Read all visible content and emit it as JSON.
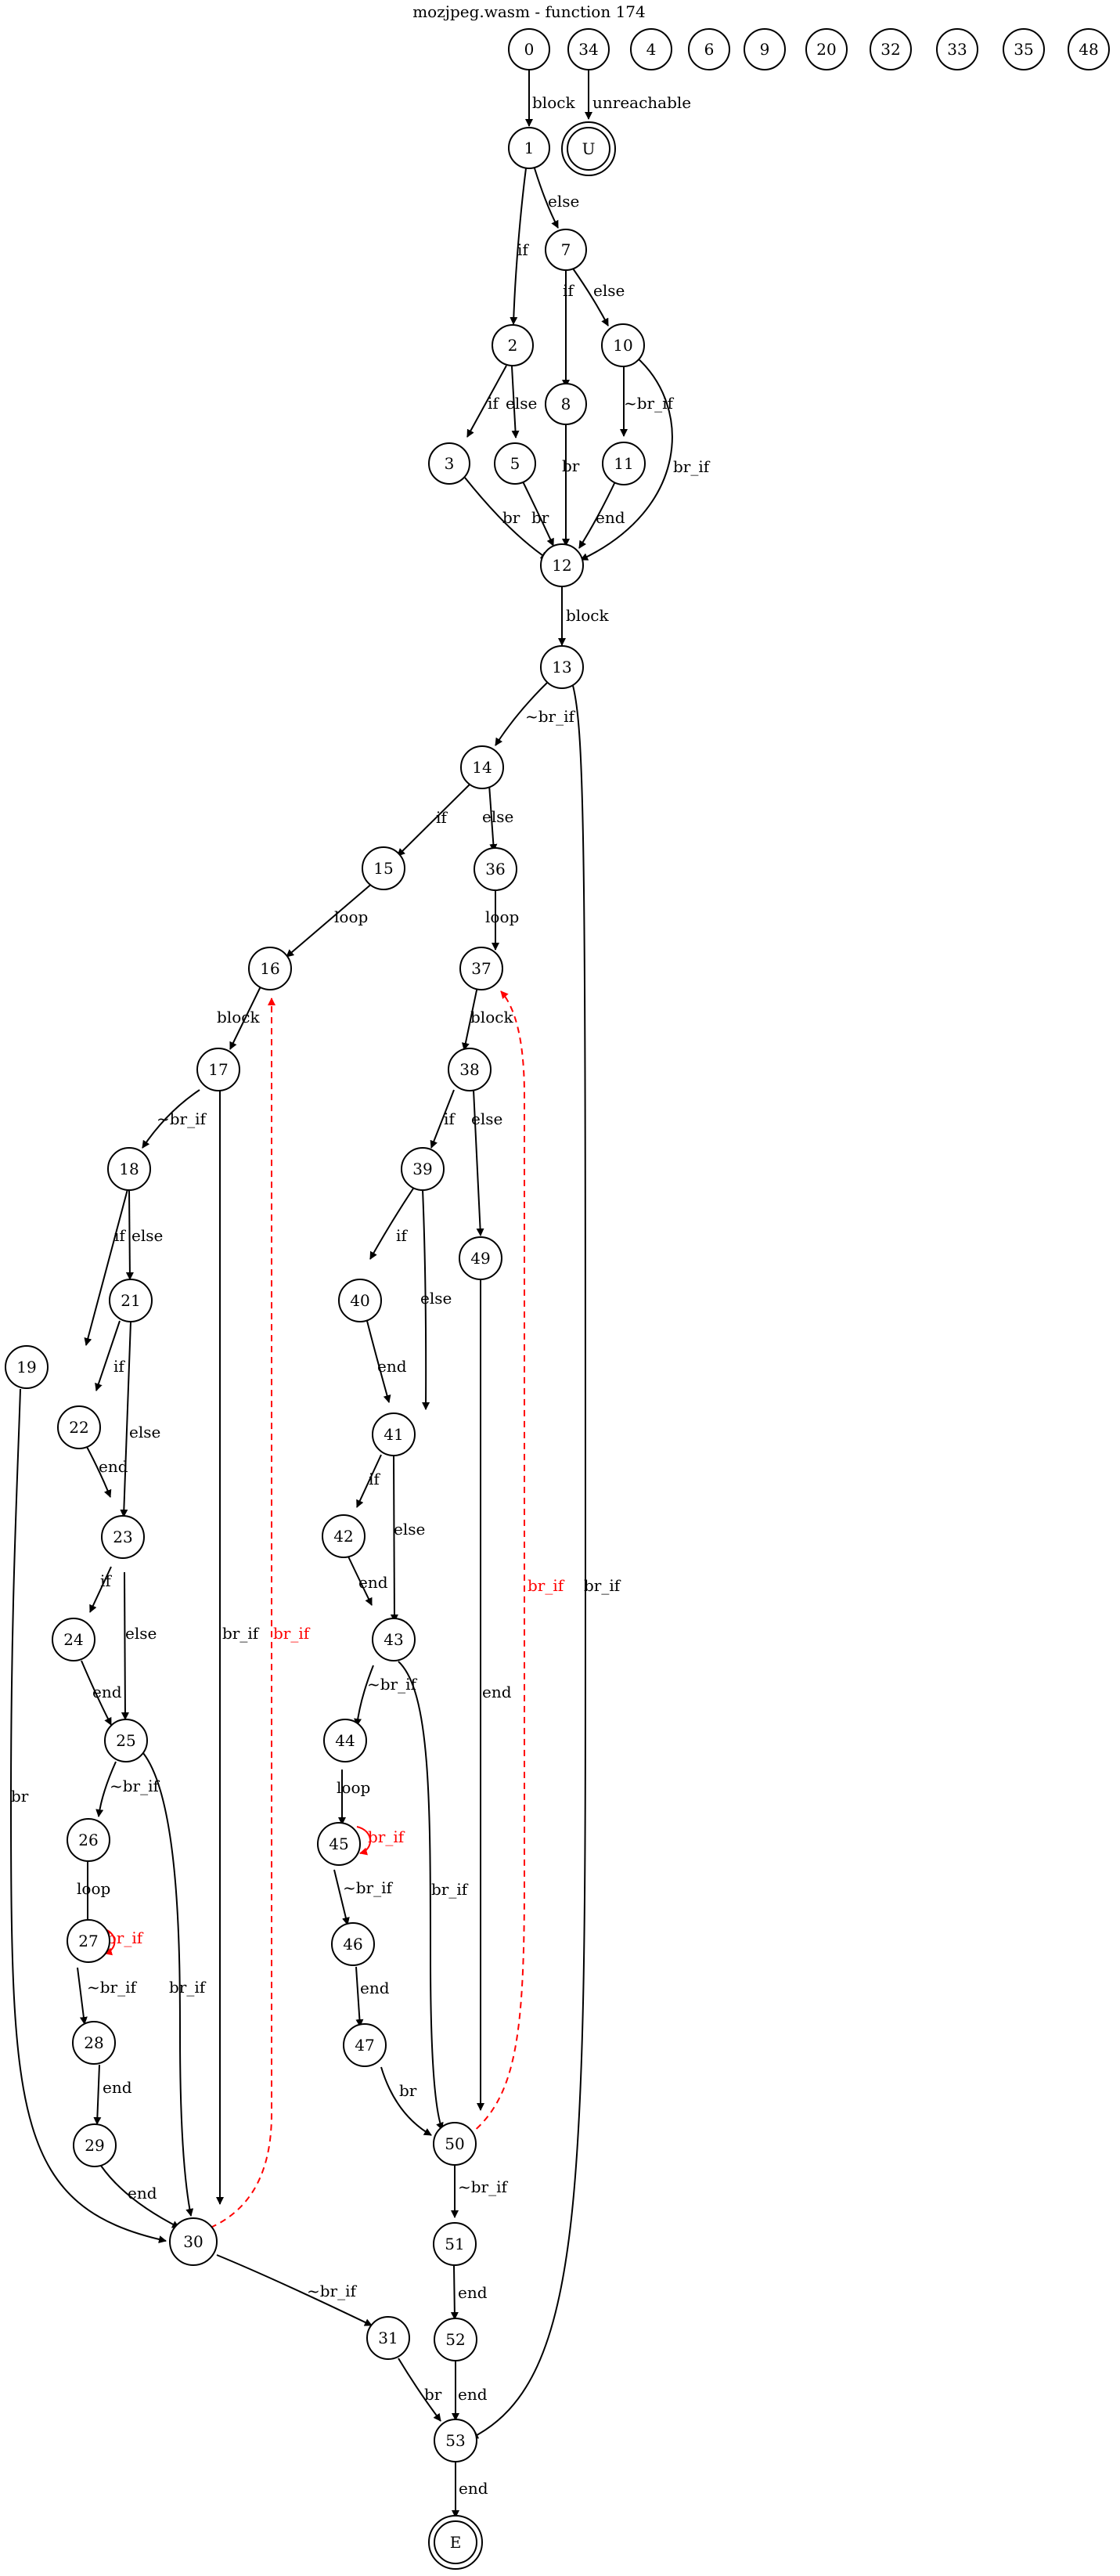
{
  "title": "mozjpeg.wasm - function 174",
  "colors": {
    "normal": "#000000",
    "back_edge": "#ff0000"
  },
  "nodes": {
    "n0": "0",
    "n34": "34",
    "n4": "4",
    "n6": "6",
    "n9": "9",
    "n20": "20",
    "n32": "32",
    "n33": "33",
    "n35": "35",
    "n48": "48",
    "n1": "1",
    "nU": "U",
    "n7": "7",
    "n2": "2",
    "n10": "10",
    "n8": "8",
    "n3": "3",
    "n5": "5",
    "n11": "11",
    "n12": "12",
    "n13": "13",
    "n14": "14",
    "n15": "15",
    "n36": "36",
    "n16": "16",
    "n37": "37",
    "n17": "17",
    "n38": "38",
    "n18": "18",
    "n39": "39",
    "n49": "49",
    "n21": "21",
    "n40": "40",
    "n19": "19",
    "n22": "22",
    "n41": "41",
    "n23": "23",
    "n42": "42",
    "n24": "24",
    "n43": "43",
    "n25": "25",
    "n44": "44",
    "n26": "26",
    "n45": "45",
    "n27": "27",
    "n46": "46",
    "n28": "28",
    "n47": "47",
    "n29": "29",
    "n50": "50",
    "n30": "30",
    "n51": "51",
    "n31": "31",
    "n52": "52",
    "n53": "53",
    "nE": "E"
  },
  "edges": {
    "e0_1": "block",
    "e34_U": "unreachable",
    "e1_2": "if",
    "e1_7": "else",
    "e7_8": "if",
    "e7_10": "else",
    "e2_3": "if",
    "e2_5": "else",
    "e10_11": "~br_if",
    "e10_12": "br_if",
    "e8_12": "br",
    "e3_12": "br",
    "e5_12": "br",
    "e11_12": "end",
    "e12_13": "block",
    "e13_14": "~br_if",
    "e13_53": "br_if",
    "e14_15": "if",
    "e14_36": "else",
    "e15_16": "loop",
    "e36_37": "loop",
    "e16_17": "block",
    "e37_38": "block",
    "e17_18": "~br_if",
    "e17_30": "br_if",
    "e30_16": "br_if",
    "e38_39": "if",
    "e38_49": "else",
    "e18_19": "if",
    "e18_21": "else",
    "e39_40": "if",
    "e39_41": "else",
    "e21_22": "if",
    "e21_23": "else",
    "e40_41": "end",
    "e19_30": "br",
    "e22_23": "end",
    "e41_42": "if",
    "e41_43": "else",
    "e49_50": "end",
    "e50_37": "br_if",
    "e23_24": "if",
    "e23_25": "else",
    "e42_43": "end",
    "e24_25": "end",
    "e43_44": "~br_if",
    "e43_50": "br_if",
    "e25_26": "~br_if",
    "e25_30": "br_if",
    "e44_45": "loop",
    "e45_45": "br_if",
    "e26_27": "loop",
    "e27_27": "br_if",
    "e45_46": "~br_if",
    "e27_28": "~br_if",
    "e46_47": "end",
    "e28_29": "end",
    "e47_50": "br",
    "e29_30": "end",
    "e50_51": "~br_if",
    "e30_31": "~br_if",
    "e51_52": "end",
    "e31_53": "br",
    "e52_53": "end",
    "e53_E": "end"
  }
}
